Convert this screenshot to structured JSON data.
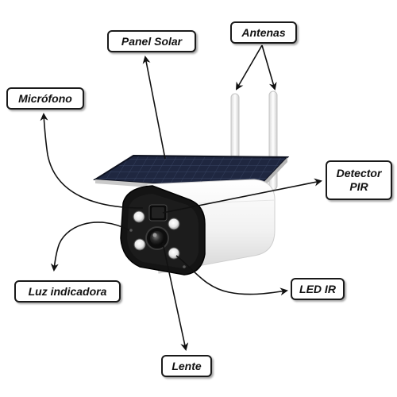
{
  "diagram": {
    "labels": {
      "panel_solar": "Panel Solar",
      "antenas": "Antenas",
      "microfono": "Micrófono",
      "detector_pir_line1": "Detector",
      "detector_pir_line2": "PIR",
      "luz_indicadora": "Luz indicadora",
      "led_ir": "LED IR",
      "lente": "Lente"
    },
    "colors": {
      "label_border": "#1a1a1a",
      "label_text": "#111111",
      "arrow": "#111111",
      "solar_panel": "#1b2233",
      "camera_body": "#f4f4f4",
      "camera_face": "#151515",
      "antenna": "#f2f2f2"
    }
  }
}
